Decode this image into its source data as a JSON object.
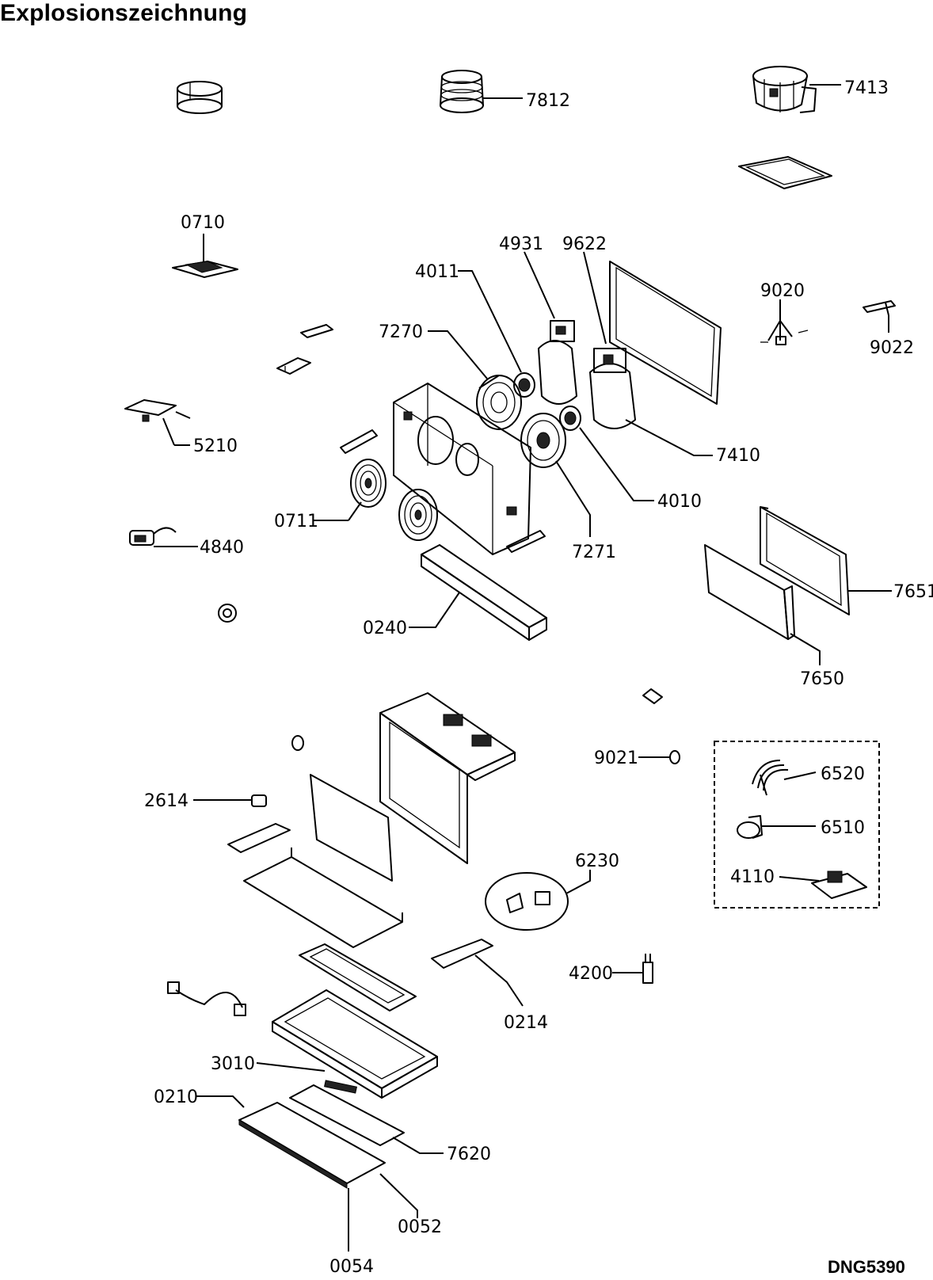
{
  "title": "Explosionszeichnung",
  "document_id": "DNG5390",
  "parts": [
    {
      "id": "p7812",
      "label": "7812"
    },
    {
      "id": "p7413",
      "label": "7413"
    },
    {
      "id": "p0710",
      "label": "0710"
    },
    {
      "id": "p4931",
      "label": "4931"
    },
    {
      "id": "p9622",
      "label": "9622"
    },
    {
      "id": "p4011",
      "label": "4011"
    },
    {
      "id": "p9020",
      "label": "9020"
    },
    {
      "id": "p9022",
      "label": "9022"
    },
    {
      "id": "p7270",
      "label": "7270"
    },
    {
      "id": "p5210",
      "label": "5210"
    },
    {
      "id": "p7410",
      "label": "7410"
    },
    {
      "id": "p4010",
      "label": "4010"
    },
    {
      "id": "p0711",
      "label": "0711"
    },
    {
      "id": "p7271",
      "label": "7271"
    },
    {
      "id": "p4840",
      "label": "4840"
    },
    {
      "id": "p7651",
      "label": "7651"
    },
    {
      "id": "p0240",
      "label": "0240"
    },
    {
      "id": "p7650",
      "label": "7650"
    },
    {
      "id": "p9021",
      "label": "9021"
    },
    {
      "id": "p6520",
      "label": "6520"
    },
    {
      "id": "p2614",
      "label": "2614"
    },
    {
      "id": "p6510",
      "label": "6510"
    },
    {
      "id": "p6230",
      "label": "6230"
    },
    {
      "id": "p4110",
      "label": "4110"
    },
    {
      "id": "p4200",
      "label": "4200"
    },
    {
      "id": "p0214",
      "label": "0214"
    },
    {
      "id": "p3010",
      "label": "3010"
    },
    {
      "id": "p0210",
      "label": "0210"
    },
    {
      "id": "p7620",
      "label": "7620"
    },
    {
      "id": "p0052",
      "label": "0052"
    },
    {
      "id": "p0054",
      "label": "0054"
    }
  ]
}
